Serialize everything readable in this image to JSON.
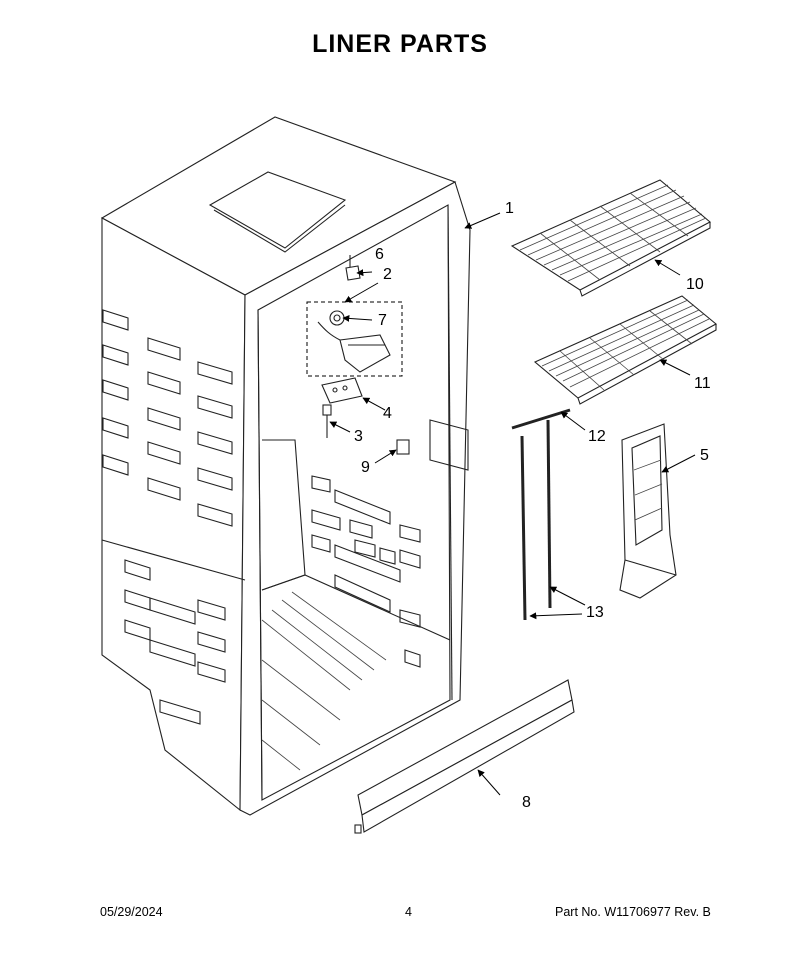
{
  "title": "LINER PARTS",
  "callouts": [
    "1",
    "2",
    "3",
    "4",
    "5",
    "6",
    "7",
    "8",
    "9",
    "10",
    "11",
    "12",
    "13"
  ],
  "footer": {
    "date": "05/29/2024",
    "page": "4",
    "part": "Part No.  W11706977  Rev.  B"
  }
}
